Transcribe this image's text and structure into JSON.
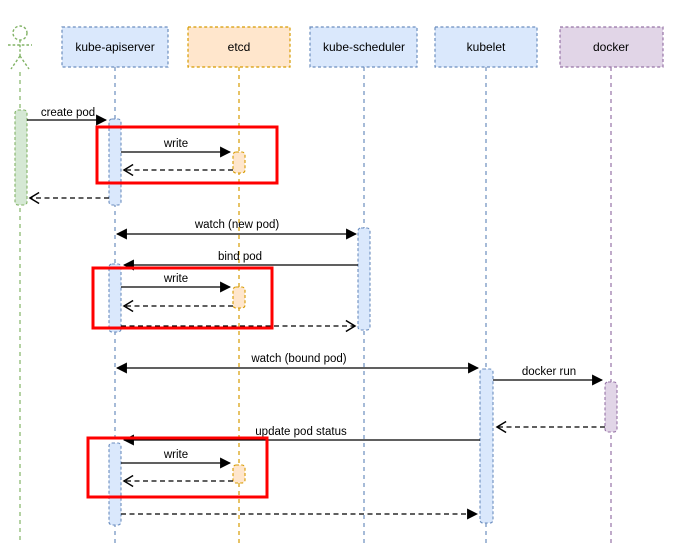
{
  "diagram": {
    "type": "sequence-diagram",
    "topic": "kubernetes pod creation flow",
    "actors": [
      {
        "id": "user",
        "label": "",
        "shape": "stick-figure",
        "fill": "#d5e8d4",
        "stroke": "#82b366"
      },
      {
        "id": "kube-apiserver",
        "label": "kube-apiserver",
        "shape": "box",
        "fill": "#dae8fc",
        "stroke": "#6c8ebf"
      },
      {
        "id": "etcd",
        "label": "etcd",
        "shape": "box",
        "fill": "#ffe6cc",
        "stroke": "#d79b00"
      },
      {
        "id": "kube-scheduler",
        "label": "kube-scheduler",
        "shape": "box",
        "fill": "#dae8fc",
        "stroke": "#6c8ebf"
      },
      {
        "id": "kubelet",
        "label": "kubelet",
        "shape": "box",
        "fill": "#dae8fc",
        "stroke": "#6c8ebf"
      },
      {
        "id": "docker",
        "label": "docker",
        "shape": "box",
        "fill": "#e1d5e7",
        "stroke": "#9673a6"
      }
    ],
    "messages": [
      {
        "label": "create pod",
        "from": "user",
        "to": "kube-apiserver",
        "line": "solid",
        "arrow": "filled"
      },
      {
        "label": "write",
        "from": "kube-apiserver",
        "to": "etcd",
        "line": "solid",
        "arrow": "filled"
      },
      {
        "label": "",
        "from": "etcd",
        "to": "kube-apiserver",
        "line": "dashed",
        "arrow": "open"
      },
      {
        "label": "",
        "from": "kube-apiserver",
        "to": "user",
        "line": "dashed",
        "arrow": "open"
      },
      {
        "label": "watch (new pod)",
        "from": "kube-scheduler",
        "to": "kube-apiserver",
        "line": "solid",
        "arrow": "filled-both"
      },
      {
        "label": "bind pod",
        "from": "kube-scheduler",
        "to": "kube-apiserver",
        "line": "solid",
        "arrow": "filled"
      },
      {
        "label": "write",
        "from": "kube-apiserver",
        "to": "etcd",
        "line": "solid",
        "arrow": "filled"
      },
      {
        "label": "",
        "from": "etcd",
        "to": "kube-apiserver",
        "line": "dashed",
        "arrow": "open"
      },
      {
        "label": "",
        "from": "kube-apiserver",
        "to": "kube-scheduler",
        "line": "dashed",
        "arrow": "open"
      },
      {
        "label": "watch (bound pod)",
        "from": "kubelet",
        "to": "kube-apiserver",
        "line": "solid",
        "arrow": "filled-both"
      },
      {
        "label": "docker run",
        "from": "kubelet",
        "to": "docker",
        "line": "solid",
        "arrow": "filled"
      },
      {
        "label": "",
        "from": "docker",
        "to": "kubelet",
        "line": "dashed",
        "arrow": "open"
      },
      {
        "label": "update pod status",
        "from": "kubelet",
        "to": "kube-apiserver",
        "line": "solid",
        "arrow": "filled"
      },
      {
        "label": "write",
        "from": "kube-apiserver",
        "to": "etcd",
        "line": "solid",
        "arrow": "filled"
      },
      {
        "label": "",
        "from": "etcd",
        "to": "kube-apiserver",
        "line": "dashed",
        "arrow": "open"
      },
      {
        "label": "",
        "from": "kube-apiserver",
        "to": "kubelet",
        "line": "dashed",
        "arrow": "filled"
      }
    ],
    "highlights": {
      "color": "#ff0000",
      "count": 3,
      "around": [
        "write to etcd (create)",
        "write to etcd (bind)",
        "write to etcd (status)"
      ]
    },
    "colors": {
      "blue_fill": "#dae8fc",
      "blue_stroke": "#6c8ebf",
      "orange_fill": "#ffe6cc",
      "orange_stroke": "#d79b00",
      "green_fill": "#d5e8d4",
      "green_stroke": "#82b366",
      "purple_fill": "#e1d5e7",
      "purple_stroke": "#9673a6",
      "message_line": "#000000",
      "highlight": "#ff0000"
    }
  }
}
